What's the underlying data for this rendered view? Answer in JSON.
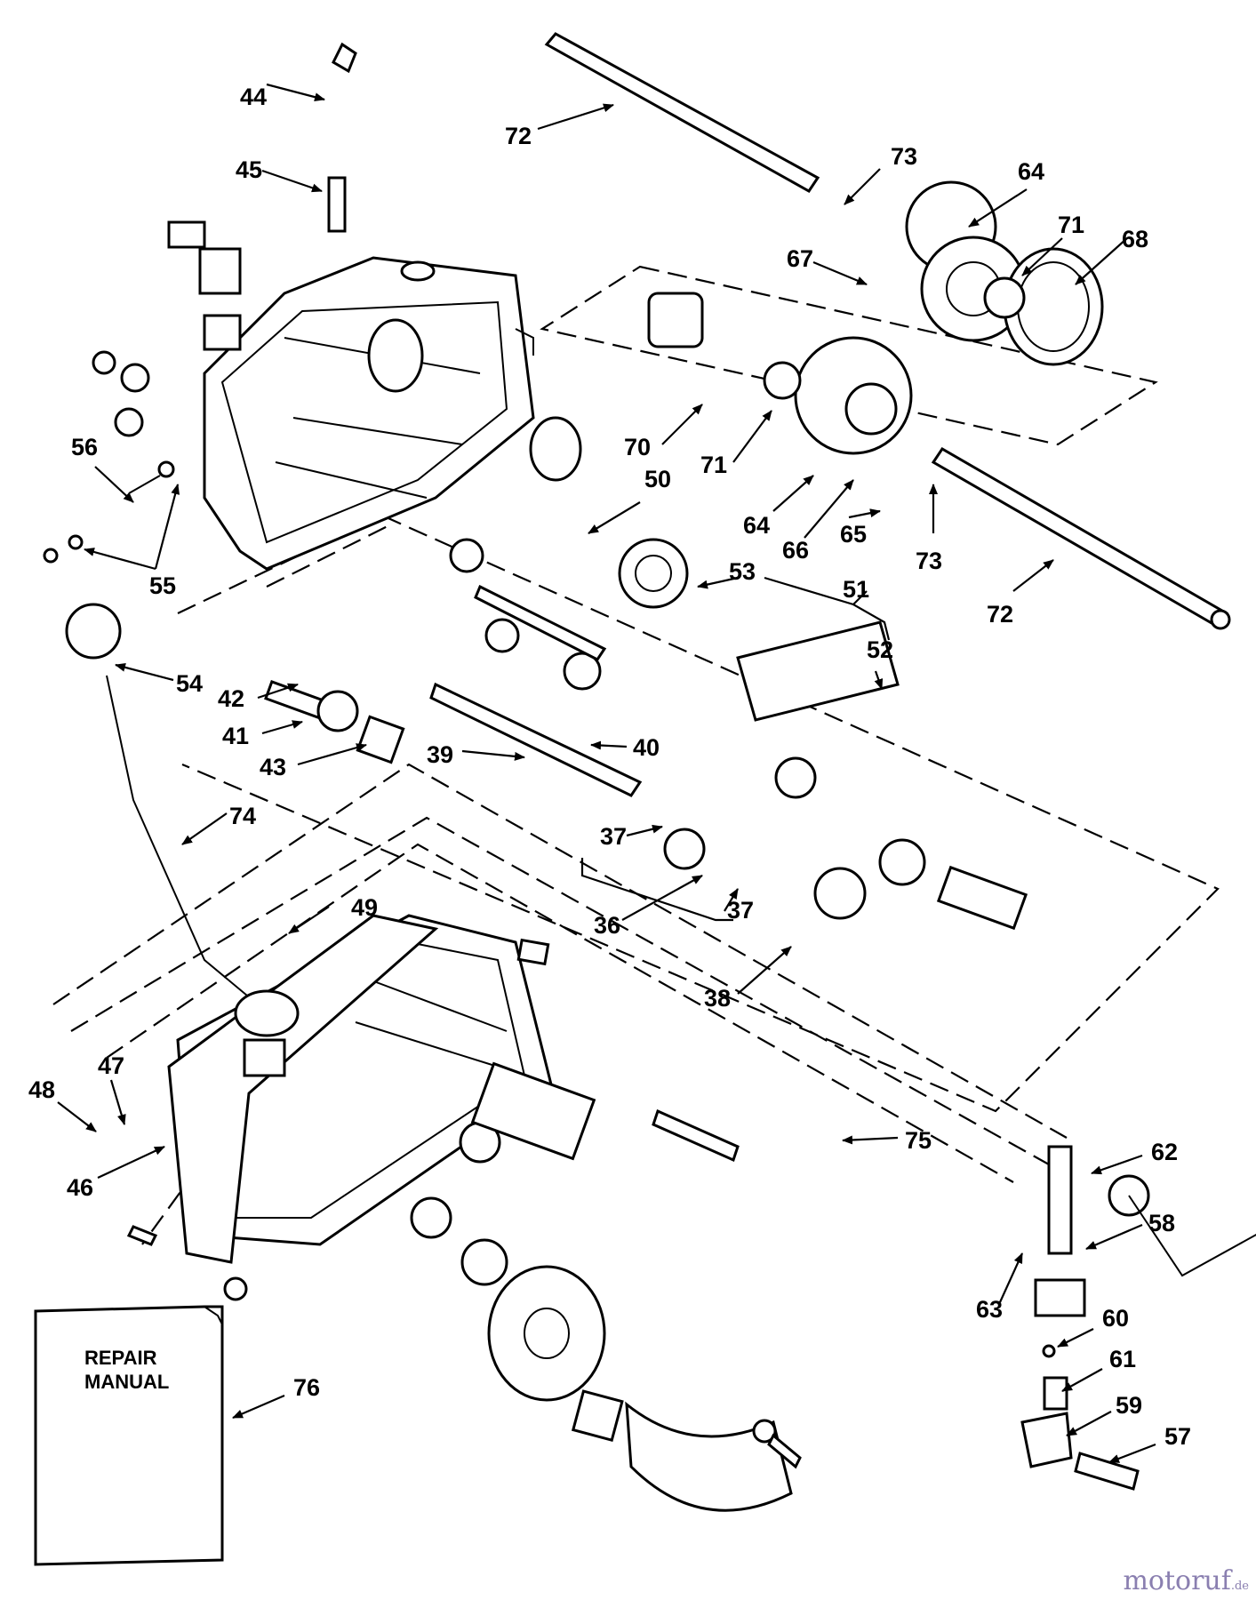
{
  "callouts": [
    "44",
    "45",
    "72",
    "73",
    "64",
    "71",
    "68",
    "67",
    "56",
    "55",
    "70",
    "71",
    "64",
    "66",
    "65",
    "73",
    "72",
    "50",
    "53",
    "51",
    "52",
    "54",
    "42",
    "41",
    "43",
    "39",
    "40",
    "74",
    "37",
    "36",
    "37",
    "38",
    "49",
    "47",
    "48",
    "46",
    "75",
    "62",
    "58",
    "63",
    "60",
    "61",
    "59",
    "57",
    "76"
  ],
  "manual": {
    "line1": "REPAIR",
    "line2": "MANUAL"
  },
  "watermark": {
    "name": "motoruf",
    "tld": ".de"
  }
}
